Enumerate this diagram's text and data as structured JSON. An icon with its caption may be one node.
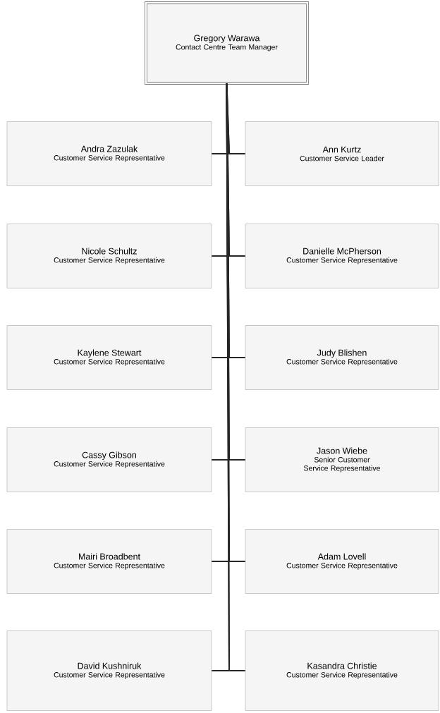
{
  "diagram": {
    "nodes": [
      {
        "text": [
          "Gregory Warawa",
          "Contact Centre Team Manager"
        ]
      },
      {
        "text": [
          "Andra Zazulak",
          "Customer Service Representative"
        ]
      },
      {
        "text": [
          "Ann Kurtz",
          "Customer Service Leader"
        ]
      },
      {
        "text": [
          "Nicole Schultz",
          "Customer Service Representative"
        ]
      },
      {
        "text": [
          "Danielle McPherson",
          "Customer Service Representative"
        ]
      },
      {
        "text": [
          "Kaylene Stewart",
          "Customer Service Representative"
        ]
      },
      {
        "text": [
          "Judy Blishen",
          "Customer Service Representative"
        ]
      },
      {
        "text": [
          "Cassy Gibson",
          "Customer Service Representative"
        ]
      },
      {
        "text": [
          "Jason Wiebe",
          "Senior Customer Service Representative"
        ]
      },
      {
        "text": [
          "Mairi Broadbent",
          "Customer Service Representative"
        ]
      },
      {
        "text": [
          "Adam Lovell",
          "Customer Service Representative"
        ]
      },
      {
        "text": [
          "David Kushniruk",
          "Customer Service Representative"
        ]
      },
      {
        "text": [
          "Kasandra Christie",
          "Customer Service Representative"
        ]
      }
    ],
    "edges": [
      {
        "from": 0,
        "to": 1,
        "arrow": "none"
      },
      {
        "from": 0,
        "to": 2,
        "arrow": "none"
      },
      {
        "from": 0,
        "to": 3,
        "arrow": "none"
      },
      {
        "from": 0,
        "to": 4,
        "arrow": "none"
      },
      {
        "from": 0,
        "to": 5,
        "arrow": "none"
      },
      {
        "from": 0,
        "to": 6,
        "arrow": "none"
      },
      {
        "from": 0,
        "to": 7,
        "arrow": "none"
      },
      {
        "from": 0,
        "to": 8,
        "arrow": "none"
      },
      {
        "from": 0,
        "to": 9,
        "arrow": "none"
      },
      {
        "from": 0,
        "to": 10,
        "arrow": "none"
      },
      {
        "from": 0,
        "to": 11,
        "arrow": "none"
      },
      {
        "from": 0,
        "to": 12,
        "arrow": "none"
      }
    ]
  }
}
